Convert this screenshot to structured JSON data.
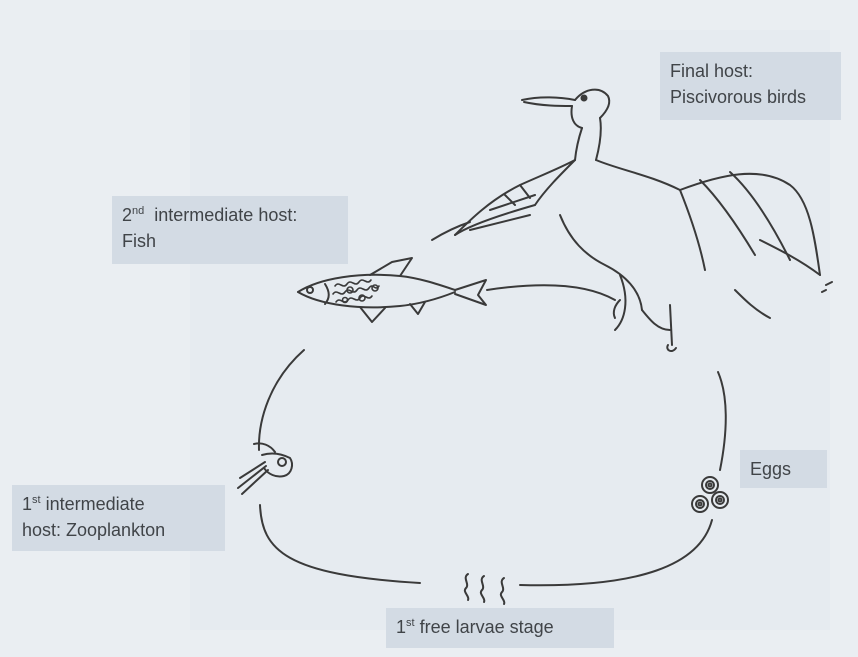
{
  "labels": {
    "final_host": {
      "line1": "Final host:",
      "line2": "Piscivorous birds"
    },
    "second_host": {
      "prefix": "2",
      "sup": "nd",
      "suffix": "  intermediate host:",
      "line2": "Fish"
    },
    "first_host": {
      "prefix": "1",
      "sup": "st",
      "suffix": " intermediate",
      "line2": "host: Zooplankton"
    },
    "eggs": "Eggs",
    "larvae": {
      "prefix": "1",
      "sup": "st",
      "suffix": " free larvae stage"
    }
  },
  "icons": [
    "cormorant-icon",
    "fish-icon",
    "zooplankton-icon",
    "eggs-icon",
    "larvae-icon"
  ],
  "colors": {
    "background": "#eaeef2",
    "label_box": "#d3dbe4",
    "text": "#404448",
    "ink": "#3a3a3a"
  }
}
